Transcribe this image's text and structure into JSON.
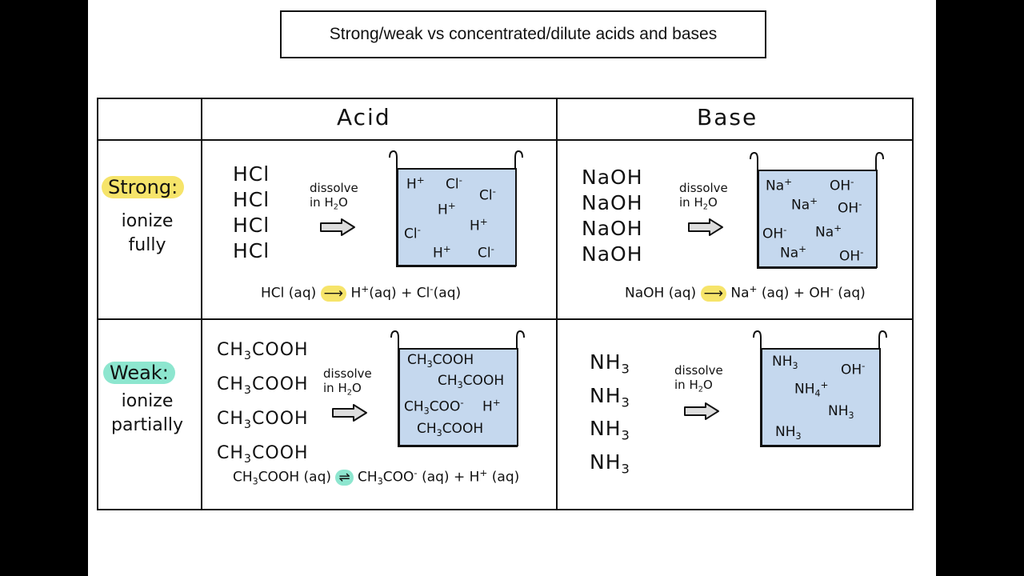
{
  "title": "Strong/weak vs concentrated/dilute acids and bases",
  "headers": {
    "acid": "Acid",
    "base": "Base"
  },
  "rows": {
    "strong": {
      "label": "Strong:",
      "desc1": "ionize",
      "desc2": "fully"
    },
    "weak": {
      "label": "Weak:",
      "desc1": "ionize",
      "desc2": "partially"
    }
  },
  "dissolve": {
    "line1": "dissolve",
    "line2a": "in H",
    "line2sub": "2",
    "line2b": "O"
  },
  "strong_acid": {
    "formula": "HCl",
    "ions": {
      "h": "H",
      "hplus": "+",
      "cl": "Cl",
      "clminus": "-"
    },
    "eq": {
      "left": "HCl (aq)",
      "arrow": "⟶",
      "h": "H",
      "hsup": "+",
      "haq": "(aq) + ",
      "cl": "Cl",
      "clsup": "-",
      "claq": "(aq)"
    }
  },
  "strong_base": {
    "formula": "NaOH",
    "ions": {
      "na": "Na",
      "naplus": "+",
      "oh": "OH",
      "ohminus": "-"
    },
    "eq": {
      "left": "NaOH (aq)",
      "arrow": "⟶",
      "na": "Na",
      "nasup": "+",
      "naaq": " (aq) + ",
      "oh": "OH",
      "ohsup": "-",
      "ohaq": " (aq)"
    }
  },
  "weak_acid": {
    "ch": "CH",
    "three": "3",
    "cooh": "COOH",
    "coo": "COO",
    "minus": "-",
    "h": "H",
    "plus": "+",
    "eq": {
      "arrow": "⇌",
      "aq": " (aq) ",
      "aqplus": " (aq) + ",
      "aqend": " (aq)"
    }
  },
  "weak_base": {
    "nh": "NH",
    "three": "3",
    "four": "4",
    "plus": "+",
    "oh": "OH",
    "minus": "-"
  }
}
